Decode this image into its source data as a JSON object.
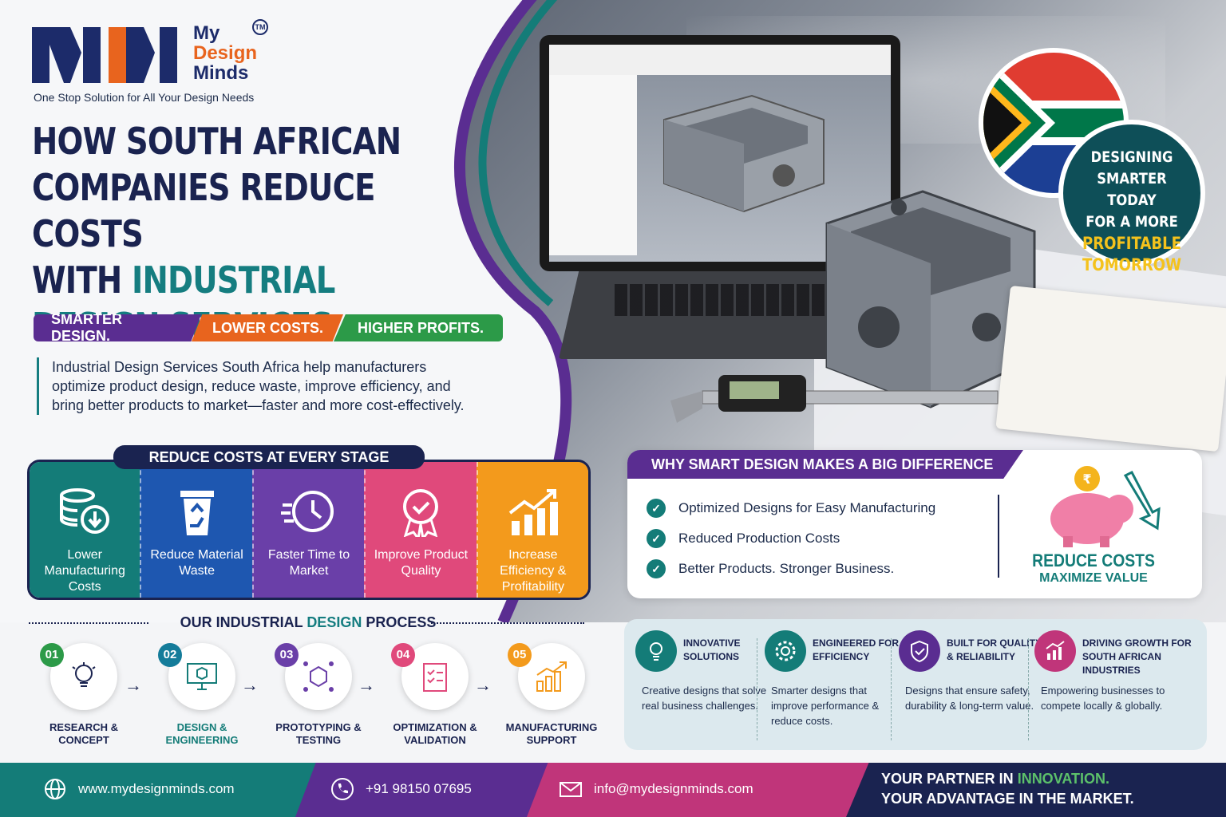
{
  "brand": {
    "name_line1": "My",
    "name_line2": "Design",
    "name_line3": "Minds",
    "trademark": "TM",
    "tagline": "One Stop Solution for All Your Design Needs",
    "colors": {
      "navy": "#1a2350",
      "teal": "#147c78",
      "orange": "#e8641e",
      "purple": "#5a2d91",
      "green": "#2c9a48",
      "pink": "#e0497b",
      "amber": "#f39a1c"
    }
  },
  "headline": {
    "line1": "HOW SOUTH AFRICAN",
    "line2": "COMPANIES REDUCE COSTS",
    "line3a": "WITH ",
    "line3b": "INDUSTRIAL",
    "line4": "DESIGN SERVICES"
  },
  "ribbon": [
    "SMARTER DESIGN.",
    "LOWER COSTS.",
    "HIGHER PROFITS."
  ],
  "intro": "Industrial Design Services South Africa help manufacturers optimize product design, reduce waste, improve efficiency, and bring better products to market—faster and more cost-effectively.",
  "reduce_costs": {
    "title": "REDUCE COSTS AT EVERY STAGE",
    "items": [
      {
        "label": "Lower Manufacturing Costs",
        "icon": "coins-down-icon"
      },
      {
        "label": "Reduce Material Waste",
        "icon": "recycle-bin-icon"
      },
      {
        "label": "Faster Time to Market",
        "icon": "fast-clock-icon"
      },
      {
        "label": "Improve Product Quality",
        "icon": "quality-badge-icon"
      },
      {
        "label": "Increase Efficiency & Profitability",
        "icon": "growth-chart-icon"
      }
    ]
  },
  "process": {
    "title_a": "OUR INDUSTRIAL ",
    "title_b": "DESIGN",
    "title_c": " PROCESS",
    "steps": [
      {
        "num": "01",
        "label": "RESEARCH & CONCEPT",
        "icon": "lightbulb-icon"
      },
      {
        "num": "02",
        "label": "DESIGN & ENGINEERING",
        "icon": "monitor-cube-icon"
      },
      {
        "num": "03",
        "label": "PROTOTYPING & TESTING",
        "icon": "cube-network-icon"
      },
      {
        "num": "04",
        "label": "OPTIMIZATION & VALIDATION",
        "icon": "checklist-icon"
      },
      {
        "num": "05",
        "label": "MANUFACTURING SUPPORT",
        "icon": "bar-growth-icon"
      }
    ]
  },
  "badge": {
    "l1": "DESIGNING",
    "l2": "SMARTER TODAY",
    "l3": "FOR A MORE",
    "l4": "PROFITABLE",
    "l5": "TOMORROW"
  },
  "why": {
    "title": "WHY SMART DESIGN MAKES A BIG DIFFERENCE",
    "items": [
      "Optimized Designs for Easy Manufacturing",
      "Reduced Production Costs",
      "Better Products. Stronger Business."
    ],
    "reduce": "REDUCE COSTS",
    "maximize": "MAXIMIZE VALUE",
    "coin_symbol": "₹"
  },
  "features": [
    {
      "title": "INNOVATIVE SOLUTIONS",
      "desc": "Creative designs that solve real business challenges.",
      "icon": "lightbulb-icon",
      "color": "#147c78"
    },
    {
      "title": "ENGINEERED FOR EFFICIENCY",
      "desc": "Smarter designs that improve performance & reduce costs.",
      "icon": "gear-icon",
      "color": "#147c78"
    },
    {
      "title": "BUILT FOR QUALITY & RELIABILITY",
      "desc": "Designs that ensure safety, durability & long-term value.",
      "icon": "shield-check-icon",
      "color": "#5a2d91"
    },
    {
      "title": "DRIVING GROWTH FOR SOUTH AFRICAN INDUSTRIES",
      "desc": "Empowering businesses to compete locally & globally.",
      "icon": "growth-chart-icon",
      "color": "#c0357a"
    }
  ],
  "footer": {
    "website": "www.mydesignminds.com",
    "phone": "+91 98150 07695",
    "email": "info@mydesignminds.com",
    "slogan_a": "YOUR PARTNER IN ",
    "slogan_b": "INNOVATION.",
    "slogan_c": "YOUR ADVANTAGE IN THE MARKET."
  }
}
